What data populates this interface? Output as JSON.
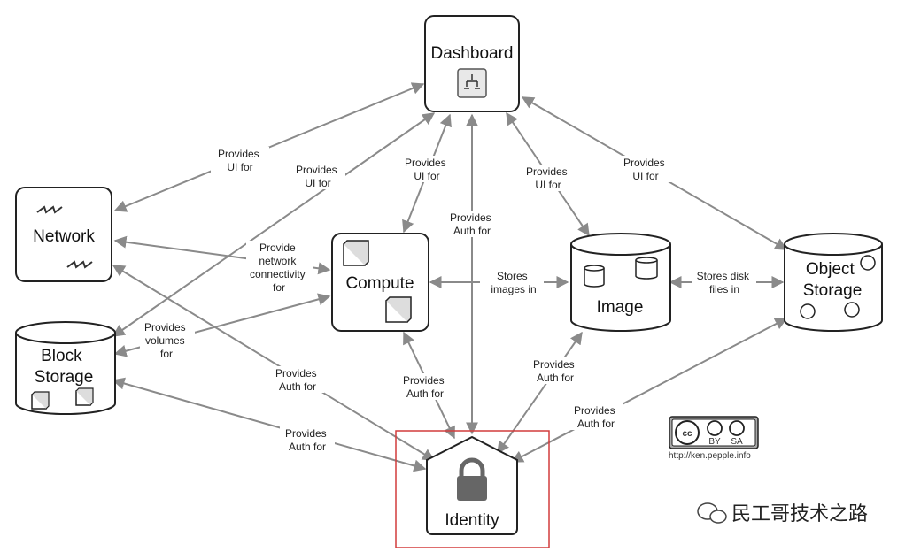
{
  "nodes": {
    "dashboard": "Dashboard",
    "network": "Network",
    "compute": "Compute",
    "image": "Image",
    "object_storage": [
      "Object",
      "Storage"
    ],
    "block_storage": [
      "Block",
      "Storage"
    ],
    "identity": "Identity"
  },
  "edges": {
    "dash_network": [
      "Provides",
      "UI for"
    ],
    "dash_block": [
      "Provides",
      "UI for"
    ],
    "dash_compute": [
      "Provides",
      "UI for"
    ],
    "dash_identity": [
      "Provides",
      "Auth for"
    ],
    "dash_image": [
      "Provides",
      "UI for"
    ],
    "dash_object": [
      "Provides",
      "UI for"
    ],
    "network_compute": [
      "Provide",
      "network",
      "connectivity",
      "for"
    ],
    "compute_image": [
      "Stores",
      "images in"
    ],
    "image_object": [
      "Stores disk",
      "files in"
    ],
    "block_compute": [
      "Provides",
      "volumes",
      "for"
    ],
    "identity_network": [
      "Provides",
      "Auth for"
    ],
    "identity_block": [
      "Provides",
      "Auth for"
    ],
    "identity_compute": [
      "Provides",
      "Auth for"
    ],
    "identity_image": [
      "Provides",
      "Auth for"
    ],
    "identity_object": [
      "Provides",
      "Auth for"
    ]
  },
  "license": {
    "cc": "cc",
    "by": "BY",
    "sa": "SA",
    "url": "http://ken.pepple.info"
  },
  "watermark": "民工哥技术之路",
  "colors": {
    "edge": "#8a8a8a",
    "highlight": "#d23c3c",
    "lock": "#666666"
  }
}
